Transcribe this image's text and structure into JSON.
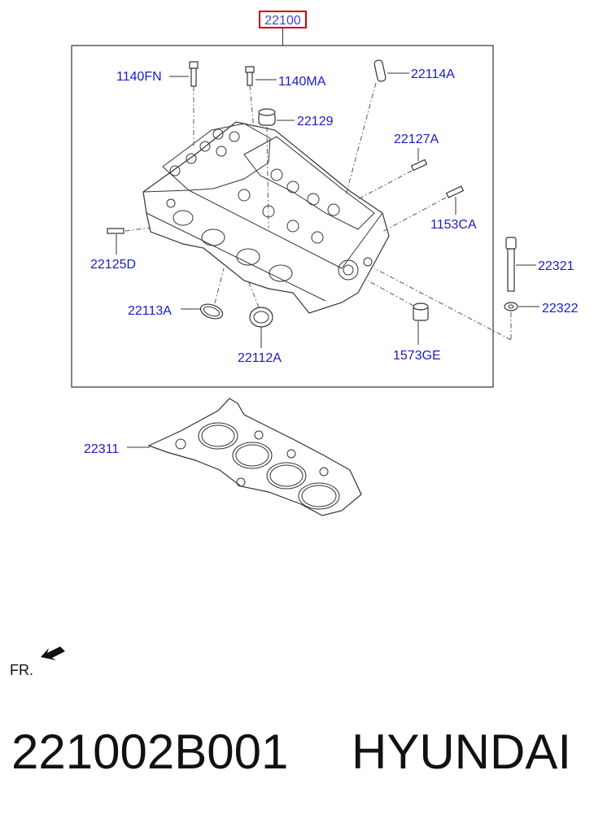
{
  "main_assembly": "22100",
  "labels": {
    "bolt_1140FN": "1140FN",
    "bolt_1140MA": "1140MA",
    "pin_22114A": "22114A",
    "seal_22129": "22129",
    "stud_22127A": "22127A",
    "stud_1153CA": "1153CA",
    "stud_22125D": "22125D",
    "bolt_22321": "22321",
    "washer_22322": "22322",
    "ring_22113A": "22113A",
    "ring_22112A": "22112A",
    "plug_1573GE": "1573GE",
    "gasket_22311": "22311"
  },
  "direction_label": "FR.",
  "footer": {
    "part_number": "221002B001",
    "brand": "HYUNDAI"
  },
  "colors": {
    "label": "#1a1acc",
    "highlight_box": "#cc0000",
    "line": "#333333"
  }
}
